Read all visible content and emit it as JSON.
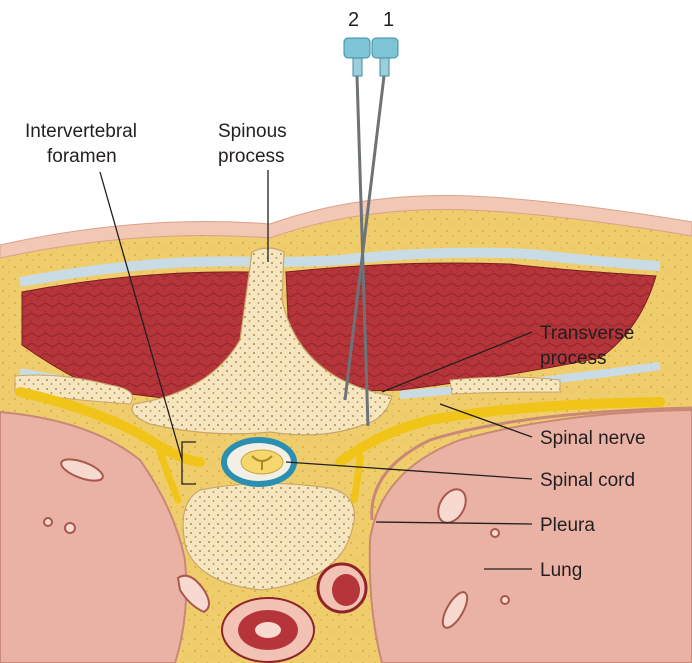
{
  "figure": {
    "needles": {
      "needle_2": "2",
      "needle_1": "1"
    },
    "labels": {
      "intervertebral_foramen": [
        "Intervertebral",
        "foramen"
      ],
      "spinous_process": [
        "Spinous",
        "process"
      ],
      "transverse_process": [
        "Transverse",
        "process"
      ],
      "spinal_nerve": "Spinal nerve",
      "spinal_cord": "Spinal cord",
      "pleura": "Pleura",
      "lung": "Lung"
    },
    "colors": {
      "skin": "#f2c7b3",
      "fat": "#f2d37a",
      "fascia": "#c9dce6",
      "muscle": "#b5353a",
      "bone": "#f5e6c0",
      "nerve": "#f0c419",
      "lung": "#eab2a4",
      "dura": "#2a8fb0"
    }
  }
}
